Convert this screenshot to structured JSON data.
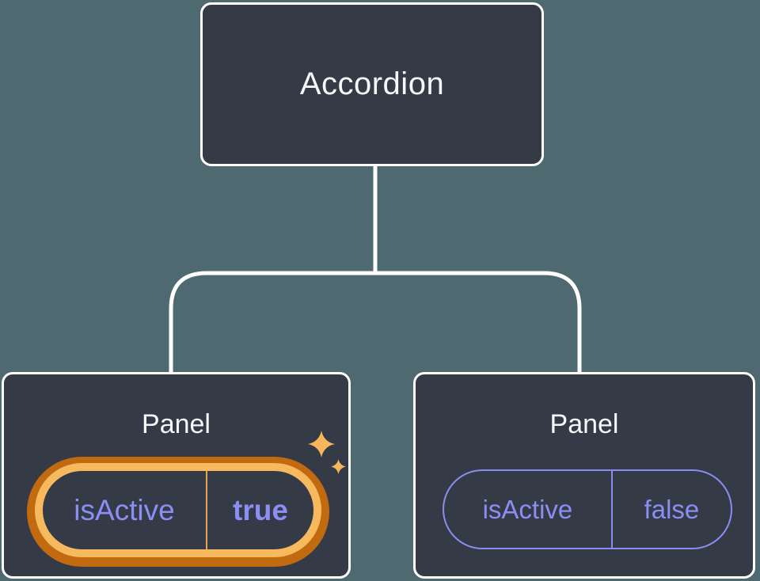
{
  "root_node": {
    "label": "Accordion"
  },
  "panels": [
    {
      "title": "Panel",
      "prop_label": "isActive",
      "prop_value": "true",
      "state": "active",
      "decoration": "sparkles"
    },
    {
      "title": "Panel",
      "prop_label": "isActive",
      "prop_value": "false",
      "state": "inactive",
      "decoration": "none"
    }
  ],
  "colors": {
    "background": "#4E6A70",
    "node_fill": "#343A46",
    "node_border": "#FFFFFF",
    "title_text": "#F6F7F9",
    "prop_text": "#8B8EF3",
    "inactive_outline": "#8A8DF0",
    "active_ring_gold": "#F7B95E",
    "active_ring_dark_orange": "#C16A0F",
    "active_divider": "#E6A44F",
    "sparkle": "#F6B65C"
  }
}
